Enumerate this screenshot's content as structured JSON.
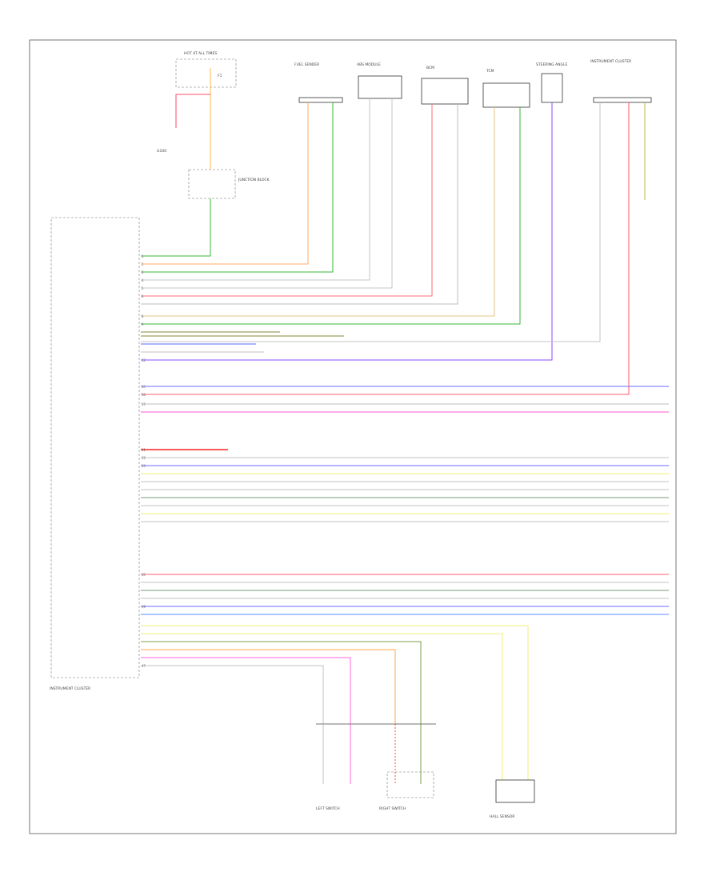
{
  "footer_text": "",
  "components": [
    {
      "id": "hot-at-all-times",
      "label": "HOT AT ALL TIMES"
    },
    {
      "id": "fuse",
      "label": "F1"
    },
    {
      "id": "ground-distribution",
      "label": "G100"
    },
    {
      "id": "junction-block",
      "label": "JUNCTION BLOCK"
    },
    {
      "id": "fuel-sender",
      "label": "FUEL SENDER"
    },
    {
      "id": "abs-module",
      "label": "ABS MODULE"
    },
    {
      "id": "bcm",
      "label": "BCM"
    },
    {
      "id": "tcm",
      "label": "TCM"
    },
    {
      "id": "steering-angle",
      "label": "STEERING ANGLE"
    },
    {
      "id": "instrument-cluster",
      "label": "INSTRUMENT CLUSTER"
    },
    {
      "id": "left-switch",
      "label": "LEFT SWITCH"
    },
    {
      "id": "right-switch",
      "label": "RIGHT SWITCH"
    },
    {
      "id": "hall-sensor",
      "label": "HALL SENSOR"
    },
    {
      "id": "main-module",
      "label": "INSTRUMENT CLUSTER"
    }
  ]
}
